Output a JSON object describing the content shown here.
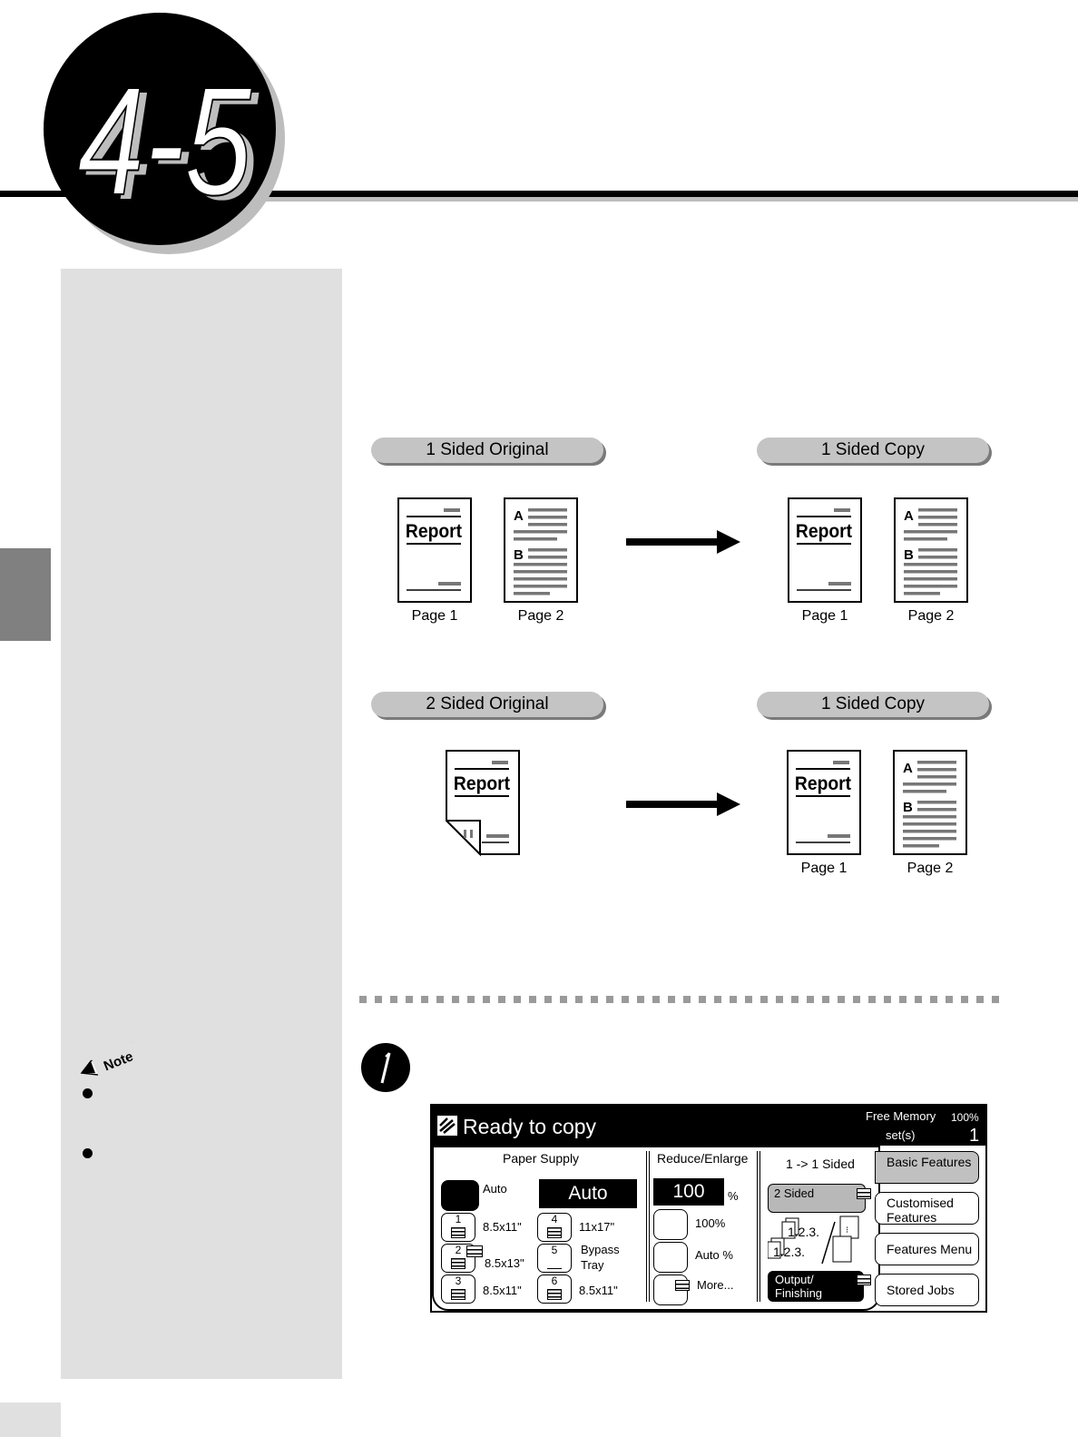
{
  "chapter": {
    "number": "4-5"
  },
  "diagram": {
    "row1": {
      "original_label": "1 Sided Original",
      "copy_label": "1 Sided Copy",
      "pages": [
        "Page 1",
        "Page 2",
        "Page 1",
        "Page 2"
      ]
    },
    "row2": {
      "original_label": "2 Sided Original",
      "copy_label": "1 Sided Copy",
      "pages": [
        "Page 1",
        "Page 2"
      ]
    },
    "doc_title": "Report",
    "letter_a": "A",
    "letter_b": "B"
  },
  "note": {
    "badge": "Note"
  },
  "copier_ui": {
    "status": "Ready to copy",
    "free_memory_label": "Free Memory",
    "free_memory_value": "100%",
    "sets_label": "set(s)",
    "sets_value": "1",
    "paper_supply": {
      "header": "Paper Supply",
      "auto_label": "Auto",
      "auto_value": "Auto",
      "trays": [
        {
          "num": "1",
          "size": "8.5x11\""
        },
        {
          "num": "2",
          "size": "8.5x13\""
        },
        {
          "num": "3",
          "size": "8.5x11\""
        },
        {
          "num": "4",
          "size": "11x17\""
        },
        {
          "num": "5",
          "size": "Bypass Tray"
        },
        {
          "num": "6",
          "size": "8.5x11\""
        }
      ]
    },
    "reduce_enlarge": {
      "header": "Reduce/Enlarge",
      "value": "100",
      "unit": "%",
      "options": [
        "100%",
        "Auto %",
        "More..."
      ]
    },
    "sided": {
      "header": "1 -> 1 Sided",
      "two_sided": "2 Sided",
      "output": "Output/ Finishing",
      "collate_text": "1.2.3."
    },
    "side_buttons": [
      "Basic Features",
      "Customised Features",
      "Features Menu",
      "Stored Jobs"
    ]
  },
  "colors": {
    "panel": "#e0e0e0",
    "tab": "#808080",
    "pill": "#c4c4c4"
  }
}
